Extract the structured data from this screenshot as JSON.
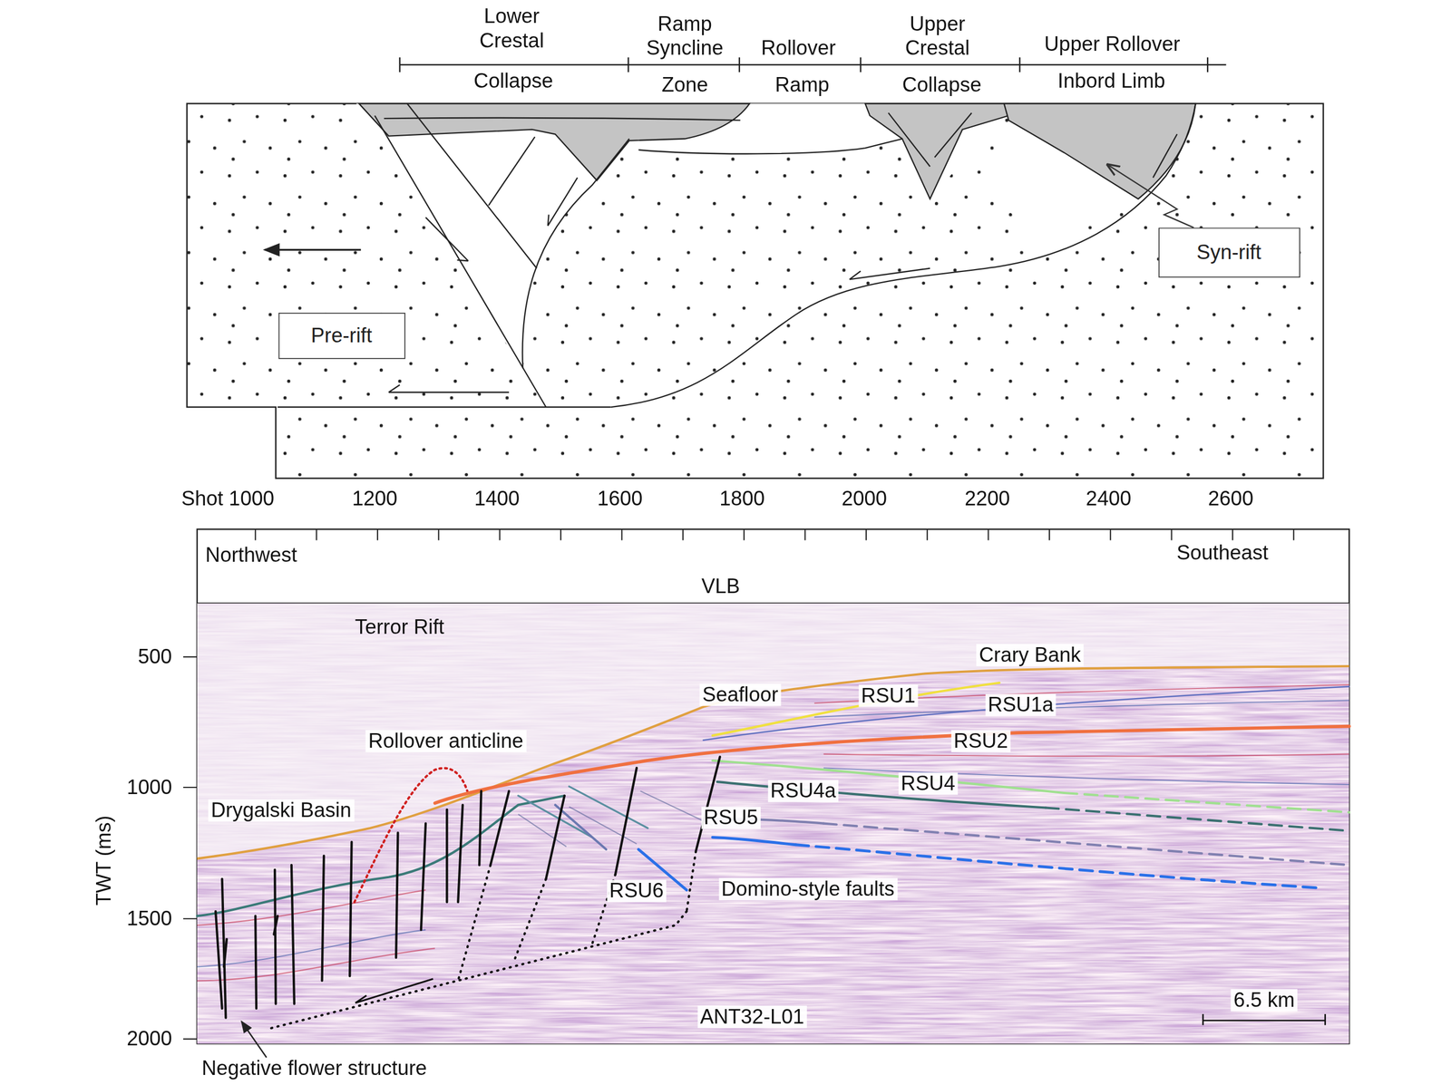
{
  "diagram": {
    "nodes": [
      {
        "text": [
          "Pre-rift"
        ]
      },
      {
        "text": [
          "Syn-rift"
        ]
      }
    ],
    "labels": [
      "Lower Crestal",
      "Collapse",
      "Ramp Syncline",
      "Zone",
      "Rollover",
      "Ramp",
      "Upper Crestal",
      "Collapse",
      "Upper Rollover",
      "Inbord Limb",
      "Shot 1000",
      "1200",
      "1400",
      "1600",
      "1800",
      "2000",
      "2200",
      "2400",
      "2600",
      "Northwest",
      "VLB",
      "Southeast",
      "Terror Rift",
      "500",
      "1000",
      "1500",
      "2000",
      "TWT (ms)",
      "Crary Bank",
      "RSU1",
      "Seafloor",
      "RSU1a",
      "RSU2",
      "Rollover anticline",
      "RSU4a",
      "RSU4",
      "Drygalski Basin",
      "RSU5",
      "RSU6",
      "Domino-style faults",
      "ANT32-L01",
      "6.5 km",
      "Negative flower structure"
    ]
  }
}
